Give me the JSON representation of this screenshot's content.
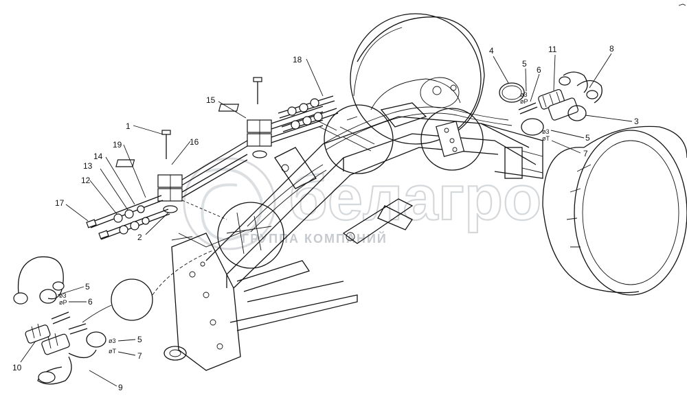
{
  "diagram": {
    "part_labels": [
      {
        "id": "1",
        "text": "1"
      },
      {
        "id": "2",
        "text": "2"
      },
      {
        "id": "3",
        "text": "3"
      },
      {
        "id": "4",
        "text": "4"
      },
      {
        "id": "5a",
        "text": "5"
      },
      {
        "id": "5b",
        "text": "5"
      },
      {
        "id": "5c",
        "text": "5"
      },
      {
        "id": "5d",
        "text": "5"
      },
      {
        "id": "6a",
        "text": "6"
      },
      {
        "id": "6b",
        "text": "6"
      },
      {
        "id": "7a",
        "text": "7"
      },
      {
        "id": "7b",
        "text": "7"
      },
      {
        "id": "8",
        "text": "8"
      },
      {
        "id": "9",
        "text": "9"
      },
      {
        "id": "10",
        "text": "10"
      },
      {
        "id": "11",
        "text": "11"
      },
      {
        "id": "12",
        "text": "12"
      },
      {
        "id": "13",
        "text": "13"
      },
      {
        "id": "14",
        "text": "14"
      },
      {
        "id": "15",
        "text": "15"
      },
      {
        "id": "16",
        "text": "16"
      },
      {
        "id": "17",
        "text": "17"
      },
      {
        "id": "18",
        "text": "18"
      },
      {
        "id": "19",
        "text": "19"
      }
    ],
    "markings": {
      "o3": "ø3",
      "oP": "øP",
      "oT": "øT"
    },
    "watermark": {
      "brand": "белагро",
      "tagline": "ГРУППА КОМПАНИЙ"
    }
  }
}
